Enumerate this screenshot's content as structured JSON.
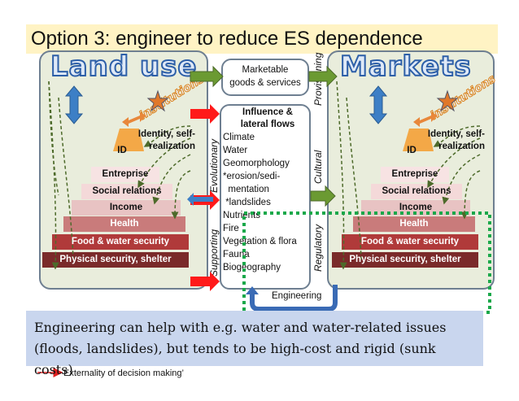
{
  "title": "Option 3: engineer to reduce ES dependence",
  "left_panel": {
    "heading": "Land use",
    "institutions": "institutions",
    "id_label": "ID",
    "identity": "Identity, self-\nrealization",
    "tiers": [
      "Entreprise",
      "Social relations",
      "Income",
      "Health",
      "Food & water security",
      "Physical security, shelter"
    ]
  },
  "right_panel": {
    "heading": "Markets",
    "institutions": "institutions",
    "id_label": "ID",
    "identity": "Identity, self-\nrealization",
    "tiers": [
      "Entreprise",
      "Social relations",
      "Income",
      "Health",
      "Food & water security",
      "Physical security, shelter"
    ]
  },
  "center": {
    "marketable": "Marketable\ngoods & services",
    "flows_heading": "Influence &\nlateral flows",
    "flows": [
      "Climate",
      "Water",
      "Geomorphology",
      "*erosion/sedi-",
      "  mentation",
      " *landslides",
      "Nutrients",
      "Fire",
      "Vegetation & flora",
      "Fauna",
      "Biogeography"
    ],
    "engineering": "Engineering"
  },
  "vertical_labels": {
    "evolutionary": "Evolutionary",
    "supporting": "Supporting",
    "provisioning": "Provisioning",
    "cultural": "Cultural",
    "regulatory": "Regulatory"
  },
  "note": "Engineering can help with e.g. water and water-related issues (floods, landslides), but tends to be high-cost and rigid (sunk costs)",
  "legend": "Externality of decision making’",
  "colors": {
    "tier_palest": "#f2dcdc",
    "tier_pale": "#e9b7b7",
    "tier_mid": "#c97b7b",
    "tier_red": "#b03a3a",
    "tier_dark": "#7a2a2a",
    "arrow_red": "#ff1a1a",
    "arrow_green": "#6b9a32",
    "dotted_green": "#1aa84a"
  }
}
